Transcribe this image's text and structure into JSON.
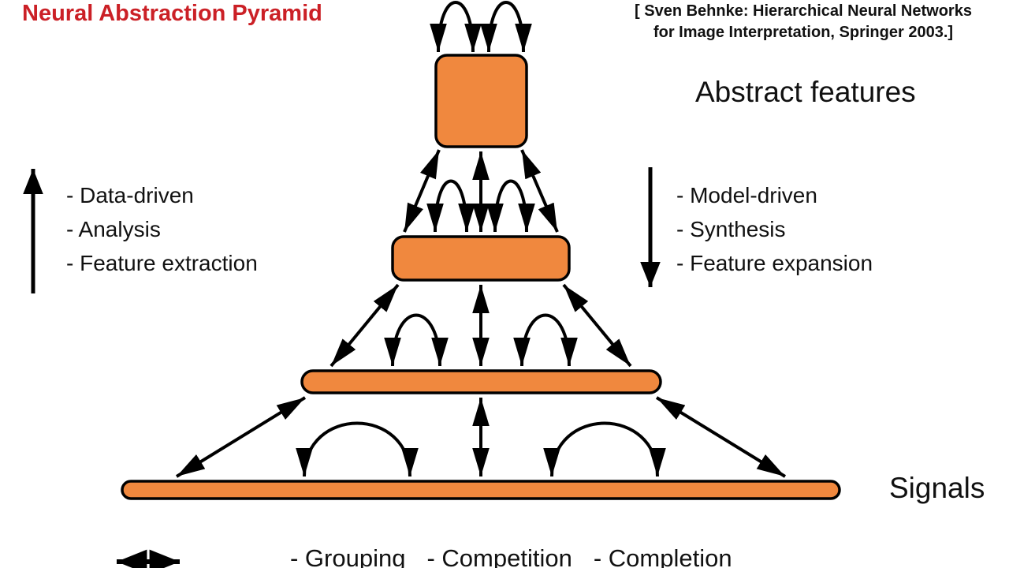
{
  "title": "Neural Abstraction Pyramid",
  "citation": {
    "line1": "[ Sven Behnke: Hierarchical Neural Networks",
    "line2": "for Image Interpretation, Springer 2003.]"
  },
  "labels": {
    "top_level": "Abstract features",
    "bottom_level": "Signals"
  },
  "left_panel": {
    "arrow_icon": "up-arrow",
    "items": [
      "- Data-driven",
      "- Analysis",
      "- Feature extraction"
    ]
  },
  "right_panel": {
    "arrow_icon": "down-arrow",
    "items": [
      "- Model-driven",
      "- Synthesis",
      "- Feature expansion"
    ]
  },
  "bottom_panel": {
    "arrow_icon": "left-right-arrow",
    "items": [
      "- Grouping",
      "- Competition",
      "- Completion"
    ]
  },
  "pyramid": {
    "layer_count": 4,
    "block_fill": "#F0883E",
    "block_stroke": "#000000"
  },
  "colors": {
    "title_red": "#CB2026",
    "text_black": "#111111",
    "arrow_black": "#000000",
    "background": "#FFFFFF"
  }
}
